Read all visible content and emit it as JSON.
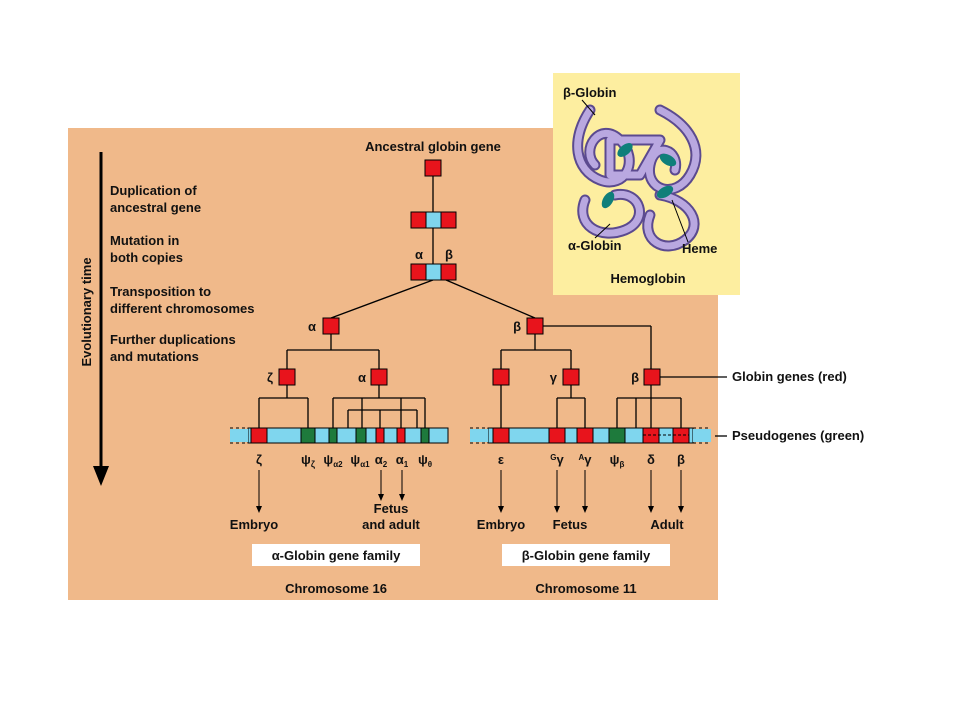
{
  "title": "Ancestral globin gene",
  "axis": {
    "label": "Evolutionary time"
  },
  "steps": [
    [
      "Duplication of",
      "ancestral gene"
    ],
    [
      "Mutation in",
      "both copies"
    ],
    [
      "Transposition to",
      "different chromosomes"
    ],
    [
      "Further duplications",
      "and mutations"
    ]
  ],
  "split_labels": {
    "alpha": "α",
    "beta": "β"
  },
  "level3": {
    "alpha": "α",
    "beta": "β"
  },
  "level4": {
    "zeta": "ζ",
    "alpha": "α",
    "gamma": "γ",
    "beta": "β"
  },
  "alpha_cluster": {
    "genes": [
      {
        "sym": "ζ",
        "sub": ""
      },
      {
        "sym": "ψ",
        "sub": "ζ"
      },
      {
        "sym": "ψ",
        "sub": "α2"
      },
      {
        "sym": "ψ",
        "sub": "α1"
      },
      {
        "sym": "α",
        "sub": "2"
      },
      {
        "sym": "α",
        "sub": "1"
      },
      {
        "sym": "ψ",
        "sub": "θ"
      }
    ],
    "stages": {
      "embryo": "Embryo",
      "fetus_adult": [
        "Fetus",
        "and adult"
      ]
    },
    "family": "α-Globin gene family",
    "chromosome": "Chromosome 16"
  },
  "beta_cluster": {
    "genes": [
      {
        "pre": "",
        "sym": "ε"
      },
      {
        "pre": "G",
        "sym": "γ"
      },
      {
        "pre": "A",
        "sym": "γ"
      },
      {
        "pre": "",
        "sym": "ψ",
        "sub": "β"
      },
      {
        "pre": "",
        "sym": "δ"
      },
      {
        "pre": "",
        "sym": "β"
      }
    ],
    "stages": {
      "embryo": "Embryo",
      "fetus": "Fetus",
      "adult": "Adult"
    },
    "family": "β-Globin gene family",
    "chromosome": "Chromosome 11"
  },
  "legend": {
    "globin": "Globin genes (red)",
    "pseudo": "Pseudogenes (green)"
  },
  "inset": {
    "beta_globin": "β-Globin",
    "alpha_globin": "α-Globin",
    "heme": "Heme",
    "title": "Hemoglobin"
  },
  "colors": {
    "panel": "#f0b98a",
    "inset": "#fdeea0",
    "gene_red": "#e8141c",
    "pseudo_green": "#1e7a3c",
    "chrom_blue": "#7fd6ee",
    "protein_purple": "#b9a8e0"
  }
}
